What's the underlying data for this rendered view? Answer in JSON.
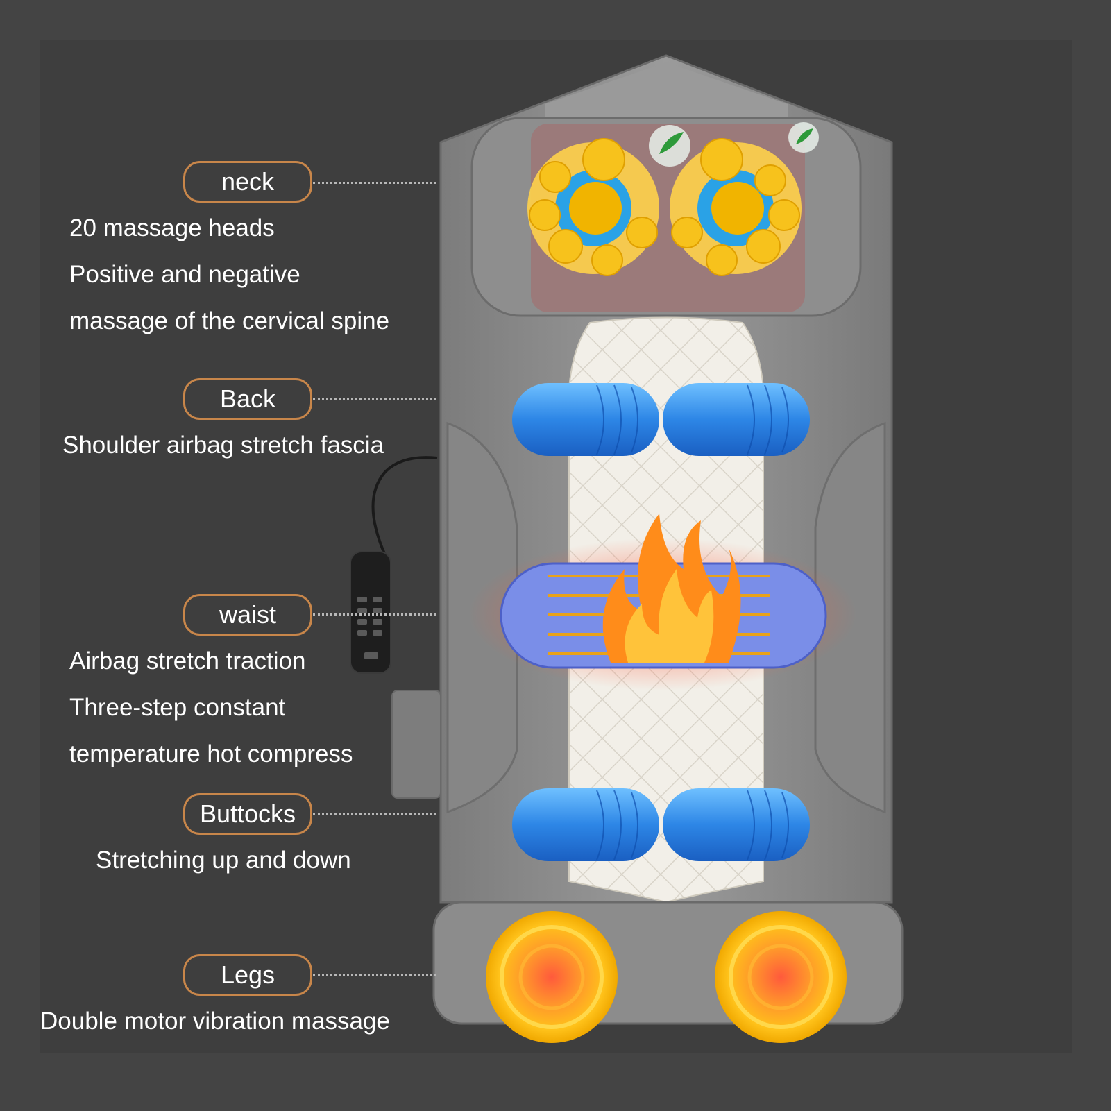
{
  "colors": {
    "background": "#444444",
    "label_border": "#c8864a",
    "label_text": "#ffffff",
    "leader_line": "#b8b8b8",
    "mat_grey": "#8a8a8a",
    "airbag_blue": "#2f8be6",
    "heat_orange": "#ff8c1a",
    "massage_yellow": "#f5c400"
  },
  "zones": [
    {
      "label": "neck",
      "lines": [
        "20 massage heads",
        "Positive and negative",
        "massage of the cervical spine"
      ]
    },
    {
      "label": "Back",
      "lines": [
        "Shoulder airbag stretch fascia"
      ]
    },
    {
      "label": "waist",
      "lines": [
        "Airbag stretch traction",
        "Three-step constant",
        "temperature hot compress"
      ]
    },
    {
      "label": "Buttocks",
      "lines": [
        "Stretching up and down"
      ]
    },
    {
      "label": "Legs",
      "lines": [
        "Double motor vibration massage"
      ]
    }
  ],
  "icons": {
    "massage_head": "neck-massage-rollers-icon",
    "herb": "herb-leaf-icon",
    "airbag": "airbag-cylinder-icon",
    "heat": "flame-icon",
    "vibration": "vibration-motor-icon",
    "remote": "remote-control-icon"
  }
}
